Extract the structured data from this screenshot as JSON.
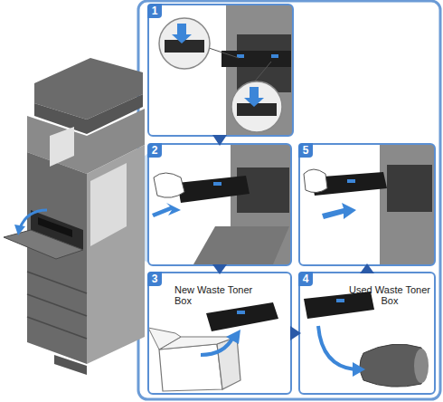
{
  "diagram": {
    "nodes": [
      {
        "text": [
          "1"
        ]
      },
      {
        "text": [
          "2"
        ]
      },
      {
        "text": [
          "3",
          "New Waste Toner Box"
        ]
      },
      {
        "text": [
          "4",
          "Used Waste Toner Box"
        ]
      },
      {
        "text": [
          "5"
        ]
      }
    ],
    "edges": [
      {
        "from": 0,
        "to": 1,
        "arrow": "to"
      },
      {
        "from": 1,
        "to": 2,
        "arrow": "to"
      },
      {
        "from": 2,
        "to": 3,
        "arrow": "to"
      },
      {
        "from": 3,
        "to": 4,
        "arrow": "to"
      }
    ]
  }
}
